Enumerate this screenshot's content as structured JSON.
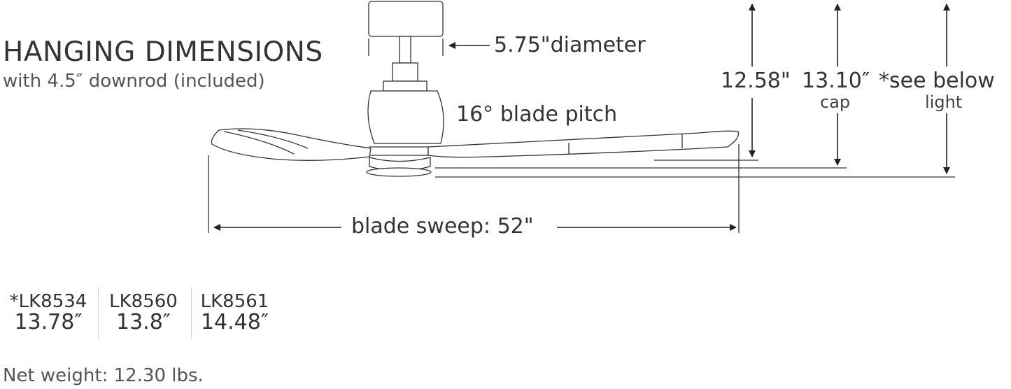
{
  "header": {
    "title": "HANGING DIMENSIONS",
    "subtitle": "with 4.5″ downrod (included)"
  },
  "annotations": {
    "canopy_diameter": "5.75\"diameter",
    "blade_pitch": "16° blade pitch",
    "blade_sweep": "blade sweep: 52\"",
    "height_no_light": "12.58\"",
    "height_cap": "13.10″",
    "height_cap_sub": "cap",
    "height_light": "*see below",
    "height_light_sub": "light"
  },
  "models": [
    {
      "name": "*LK8534",
      "height": "13.78″"
    },
    {
      "name": "LK8560",
      "height": "13.8″"
    },
    {
      "name": "LK8561",
      "height": "14.48″"
    }
  ],
  "footer": {
    "net_weight": "Net weight: 12.30 lbs."
  },
  "colors": {
    "line": "#333333",
    "text": "#333333",
    "muted": "#555555"
  }
}
